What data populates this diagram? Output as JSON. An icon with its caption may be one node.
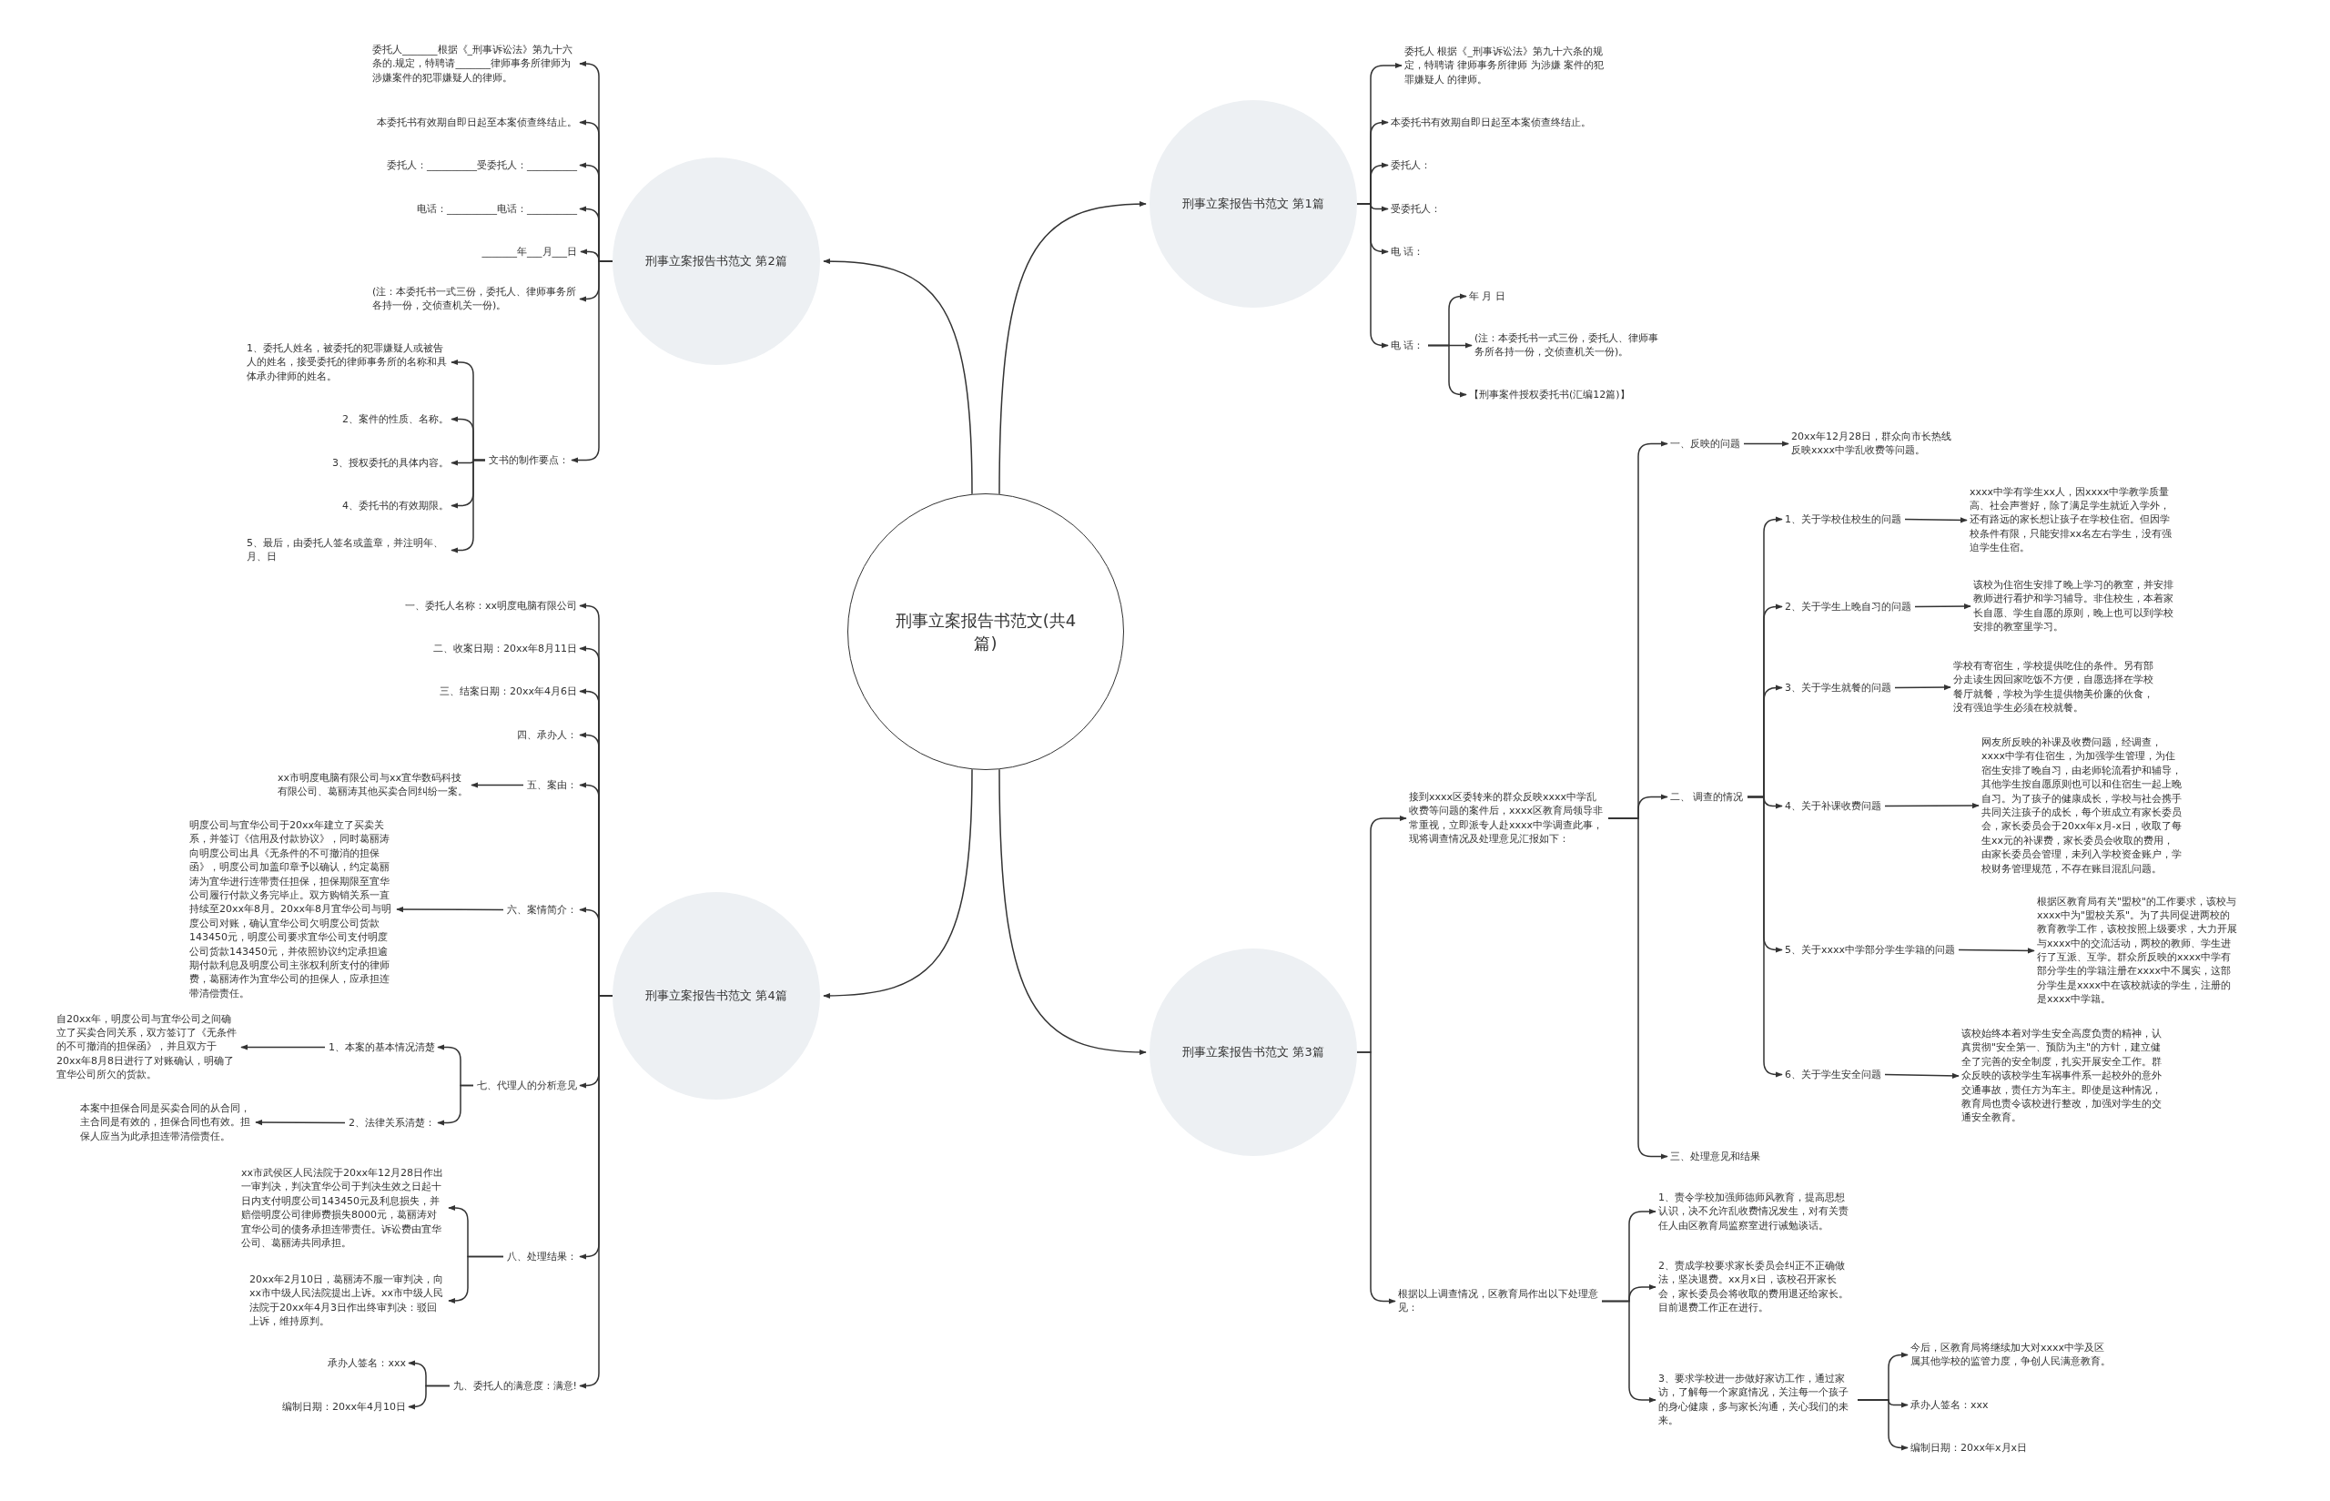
{
  "diagram": {
    "nodes": [
      {
        "text": [
          "刑事立案报告书范文(共4篇)"
        ]
      },
      {
        "text": [
          "刑事立案报告书范文 第2篇"
        ]
      },
      {
        "text": [
          "委托人_______根据《_刑事诉讼法》第九十六条的.规定，特聘请_______律师事务所律师为涉嫌案件的犯罪嫌疑人的律师。"
        ]
      },
      {
        "text": [
          "本委托书有效期自即日起至本案侦查终结止。"
        ]
      },
      {
        "text": [
          "委托人：__________受委托人：__________"
        ]
      },
      {
        "text": [
          "电话：__________电话：__________"
        ]
      },
      {
        "text": [
          "_______年___月___日"
        ]
      },
      {
        "text": [
          "(注：本委托书一式三份，委托人、律师事务所各持一份，交侦查机关一份)。"
        ]
      },
      {
        "text": [
          "文书的制作要点："
        ]
      },
      {
        "text": [
          "1、委托人姓名，被委托的犯罪嫌疑人或被告人的姓名，接受委托的律师事务所的名称和具体承办律师的姓名。"
        ]
      },
      {
        "text": [
          "2、案件的性质、名称。"
        ]
      },
      {
        "text": [
          "3、授权委托的具体内容。"
        ]
      },
      {
        "text": [
          "4、委托书的有效期限。"
        ]
      },
      {
        "text": [
          "5、最后，由委托人签名或盖章，并注明年、月、日"
        ]
      },
      {
        "text": [
          "刑事立案报告书范文 第4篇"
        ]
      },
      {
        "text": [
          "一、委托人名称：xx明度电脑有限公司"
        ]
      },
      {
        "text": [
          "二、收案日期：20xx年8月11日"
        ]
      },
      {
        "text": [
          "三、结案日期：20xx年4月6日"
        ]
      },
      {
        "text": [
          "四、承办人："
        ]
      },
      {
        "text": [
          "五、案由："
        ]
      },
      {
        "text": [
          "xx市明度电脑有限公司与xx宜华数码科技有限公司、葛丽涛其他买卖合同纠纷一案。"
        ]
      },
      {
        "text": [
          "六、案情简介："
        ]
      },
      {
        "text": [
          "明度公司与宜华公司于20xx年建立了买卖关系，并签订《信用及付款协议》，同时葛丽涛向明度公司出具《无条件的不可撤消的担保函》，明度公司加盖印章予以确认，约定葛丽涛为宜华进行连带责任担保，担保期限至宜华公司履行付款义务完毕止。双方购销关系一直持续至20xx年8月。20xx年8月宜华公司与明度公司对账，确认宜华公司欠明度公司货款143450元，明度公司要求宜华公司支付明度公司货款143450元，并依照协议约定承担逾期付款利息及明度公司主张权利所支付的律师费，葛丽涛作为宜华公司的担保人，应承担连带清偿责任。"
        ]
      },
      {
        "text": [
          "七、代理人的分析意见"
        ]
      },
      {
        "text": [
          "1、本案的基本情况清楚"
        ]
      },
      {
        "text": [
          "自20xx年，明度公司与宜华公司之间确立了买卖合同关系，双方签订了《无条件的不可撤消的担保函》，并且双方于20xx年8月8日进行了对账确认，明确了宜华公司所欠的货款。"
        ]
      },
      {
        "text": [
          "2、法律关系清楚："
        ]
      },
      {
        "text": [
          "本案中担保合同是买卖合同的从合同，主合同是有效的，担保合同也有效。担保人应当为此承担连带清偿责任。"
        ]
      },
      {
        "text": [
          "八、处理结果："
        ]
      },
      {
        "text": [
          "xx市武侯区人民法院于20xx年12月28日作出一审判决，判决宜华公司于判决生效之日起十日内支付明度公司143450元及利息损失，并赔偿明度公司律师费损失8000元，葛丽涛对宜华公司的债务承担连带责任。诉讼费由宜华公司、葛丽涛共同承担。"
        ]
      },
      {
        "text": [
          "20xx年2月10日，葛丽涛不服一审判决，向xx市中级人民法院提出上诉。xx市中级人民法院于20xx年4月3日作出终审判决：驳回上诉，维持原判。"
        ]
      },
      {
        "text": [
          "九、委托人的满意度：满意!"
        ]
      },
      {
        "text": [
          "承办人签名：xxx"
        ]
      },
      {
        "text": [
          "编制日期：20xx年4月10日"
        ]
      },
      {
        "text": [
          "刑事立案报告书范文 第1篇"
        ]
      },
      {
        "text": [
          "委托人 根据《_刑事诉讼法》第九十六条的规定，特聘请 律师事务所律师 为涉嫌 案件的犯罪嫌疑人 的律师。"
        ]
      },
      {
        "text": [
          "本委托书有效期自即日起至本案侦查终结止。"
        ]
      },
      {
        "text": [
          "委托人："
        ]
      },
      {
        "text": [
          "受委托人："
        ]
      },
      {
        "text": [
          "电 话："
        ]
      },
      {
        "text": [
          "电 话："
        ]
      },
      {
        "text": [
          "年 月 日"
        ]
      },
      {
        "text": [
          "(注：本委托书一式三份，委托人、律师事务所各持一份，交侦查机关一份)。"
        ]
      },
      {
        "text": [
          "【刑事案件授权委托书(汇编12篇)】"
        ]
      },
      {
        "text": [
          "刑事立案报告书范文 第3篇"
        ]
      },
      {
        "text": [
          "接到xxxx区委转来的群众反映xxxx中学乱收费等问题的案件后，xxxx区教育局领导非常重视，立即派专人赴xxxx中学调查此事，现将调查情况及处理意见汇报如下："
        ]
      },
      {
        "text": [
          "一、反映的问题"
        ]
      },
      {
        "text": [
          "20xx年12月28日，群众向市长热线反映xxxx中学乱收费等问题。"
        ]
      },
      {
        "text": [
          "二、 调查的情况"
        ]
      },
      {
        "text": [
          "1、关于学校住校生的问题"
        ]
      },
      {
        "text": [
          "xxxx中学有学生xx人，因xxxx中学教学质量高、社会声誉好，除了满足学生就近入学外，还有路远的家长想让孩子在学校住宿。但因学校条件有限，只能安排xx名左右学生，没有强迫学生住宿。"
        ]
      },
      {
        "text": [
          "2、关于学生上晚自习的问题"
        ]
      },
      {
        "text": [
          "该校为住宿生安排了晚上学习的教室，并安排教师进行看护和学习辅导。非住校生，本着家长自愿、学生自愿的原则，晚上也可以到学校安排的教室里学习。"
        ]
      },
      {
        "text": [
          "3、关于学生就餐的问题"
        ]
      },
      {
        "text": [
          "学校有寄宿生，学校提供吃住的条件。另有部分走读生因回家吃饭不方便，自愿选择在学校餐厅就餐，学校为学生提供物美价廉的伙食，没有强迫学生必须在校就餐。"
        ]
      },
      {
        "text": [
          "4、关于补课收费问题"
        ]
      },
      {
        "text": [
          "网友所反映的补课及收费问题，经调查，xxxx中学有住宿生，为加强学生管理，为住宿生安排了晚自习，由老师轮流看护和辅导，其他学生按自愿原则也可以和住宿生一起上晚自习。为了孩子的健康成长，学校与社会携手共同关注孩子的成长，每个班成立有家长委员会，家长委员会于20xx年x月-x日，收取了每生xx元的补课费，家长委员会收取的费用，由家长委员会管理，未列入学校资金账户，学校财务管理规范，不存在账目混乱问题。"
        ]
      },
      {
        "text": [
          "5、关于xxxx中学部分学生学籍的问题"
        ]
      },
      {
        "text": [
          "根据区教育局有关\"盟校\"的工作要求，该校与xxxx中为\"盟校关系\"。为了共同促进两校的教育教学工作，该校按照上级要求，大力开展与xxxx中的交流活动，两校的教师、学生进行了互派、互学。群众所反映的xxxx中学有部分学生的学籍注册在xxxx中不属实，这部分学生是xxxx中在该校就读的学生，注册的是xxxx中学籍。"
        ]
      },
      {
        "text": [
          "6、关于学生安全问题"
        ]
      },
      {
        "text": [
          "该校始终本着对学生安全高度负责的精神，认真贯彻\"安全第一、预防为主\"的方针，建立健全了完善的安全制度，扎实开展安全工作。群众反映的该校学生车祸事件系一起校外的意外交通事故，责任方为车主。即使是这种情况，教育局也责令该校进行整改，加强对学生的交通安全教育。"
        ]
      },
      {
        "text": [
          "三、处理意见和结果"
        ]
      },
      {
        "text": [
          "根据以上调查情况，区教育局作出以下处理意见："
        ]
      },
      {
        "text": [
          "1、责令学校加强师德师风教育，提高思想认识，决不允许乱收费情况发生，对有关责任人由区教育局监察室进行诫勉谈话。"
        ]
      },
      {
        "text": [
          "2、责成学校要求家长委员会纠正不正确做法，坚决退费。xx月x日，该校召开家长会，家长委员会将收取的费用退还给家长。目前退费工作正在进行。"
        ]
      },
      {
        "text": [
          "3、要求学校进一步做好家访工作，通过家访，了解每一个家庭情况，关注每一个孩子的身心健康，多与家长沟通，关心我们的未来。"
        ]
      },
      {
        "text": [
          "今后，区教育局将继续加大对xxxx中学及区属其他学校的监管力度，争创人民满意教育。"
        ]
      },
      {
        "text": [
          "承办人签名：xxx"
        ]
      },
      {
        "text": [
          "编制日期：20xx年x月x日"
        ]
      }
    ],
    "edges": [
      {
        "from": 0,
        "to": 1,
        "arrow": "to"
      },
      {
        "from": 0,
        "to": 14,
        "arrow": "to"
      },
      {
        "from": 0,
        "to": 34,
        "arrow": "to"
      },
      {
        "from": 0,
        "to": 44,
        "arrow": "to"
      },
      {
        "from": 1,
        "to": 2,
        "arrow": "to"
      },
      {
        "from": 1,
        "to": 3,
        "arrow": "to"
      },
      {
        "from": 1,
        "to": 4,
        "arrow": "to"
      },
      {
        "from": 1,
        "to": 5,
        "arrow": "to"
      },
      {
        "from": 1,
        "to": 6,
        "arrow": "to"
      },
      {
        "from": 1,
        "to": 7,
        "arrow": "to"
      },
      {
        "from": 1,
        "to": 8,
        "arrow": "to"
      },
      {
        "from": 8,
        "to": 9,
        "arrow": "to"
      },
      {
        "from": 8,
        "to": 10,
        "arrow": "to"
      },
      {
        "from": 8,
        "to": 11,
        "arrow": "to"
      },
      {
        "from": 8,
        "to": 12,
        "arrow": "to"
      },
      {
        "from": 8,
        "to": 13,
        "arrow": "to"
      },
      {
        "from": 14,
        "to": 15,
        "arrow": "to"
      },
      {
        "from": 14,
        "to": 16,
        "arrow": "to"
      },
      {
        "from": 14,
        "to": 17,
        "arrow": "to"
      },
      {
        "from": 14,
        "to": 18,
        "arrow": "to"
      },
      {
        "from": 14,
        "to": 19,
        "arrow": "to"
      },
      {
        "from": 14,
        "to": 21,
        "arrow": "to"
      },
      {
        "from": 14,
        "to": 23,
        "arrow": "to"
      },
      {
        "from": 14,
        "to": 28,
        "arrow": "to"
      },
      {
        "from": 14,
        "to": 31,
        "arrow": "to"
      },
      {
        "from": 19,
        "to": 20,
        "arrow": "to"
      },
      {
        "from": 21,
        "to": 22,
        "arrow": "to"
      },
      {
        "from": 23,
        "to": 24,
        "arrow": "to"
      },
      {
        "from": 23,
        "to": 26,
        "arrow": "to"
      },
      {
        "from": 24,
        "to": 25,
        "arrow": "to"
      },
      {
        "from": 26,
        "to": 27,
        "arrow": "to"
      },
      {
        "from": 28,
        "to": 29,
        "arrow": "to"
      },
      {
        "from": 28,
        "to": 30,
        "arrow": "to"
      },
      {
        "from": 31,
        "to": 32,
        "arrow": "to"
      },
      {
        "from": 31,
        "to": 33,
        "arrow": "to"
      },
      {
        "from": 34,
        "to": 35,
        "arrow": "to"
      },
      {
        "from": 34,
        "to": 36,
        "arrow": "to"
      },
      {
        "from": 34,
        "to": 37,
        "arrow": "to"
      },
      {
        "from": 34,
        "to": 38,
        "arrow": "to"
      },
      {
        "from": 34,
        "to": 39,
        "arrow": "to"
      },
      {
        "from": 34,
        "to": 40,
        "arrow": "to"
      },
      {
        "from": 40,
        "to": 41,
        "arrow": "to"
      },
      {
        "from": 40,
        "to": 42,
        "arrow": "to"
      },
      {
        "from": 40,
        "to": 43,
        "arrow": "to"
      },
      {
        "from": 44,
        "to": 45,
        "arrow": "to"
      },
      {
        "from": 44,
        "to": 62,
        "arrow": "to"
      },
      {
        "from": 45,
        "to": 46,
        "arrow": "to"
      },
      {
        "from": 45,
        "to": 48,
        "arrow": "to"
      },
      {
        "from": 45,
        "to": 61,
        "arrow": "to"
      },
      {
        "from": 46,
        "to": 47,
        "arrow": "to"
      },
      {
        "from": 48,
        "to": 49,
        "arrow": "to"
      },
      {
        "from": 48,
        "to": 51,
        "arrow": "to"
      },
      {
        "from": 48,
        "to": 53,
        "arrow": "to"
      },
      {
        "from": 48,
        "to": 55,
        "arrow": "to"
      },
      {
        "from": 48,
        "to": 57,
        "arrow": "to"
      },
      {
        "from": 48,
        "to": 59,
        "arrow": "to"
      },
      {
        "from": 49,
        "to": 50,
        "arrow": "to"
      },
      {
        "from": 51,
        "to": 52,
        "arrow": "to"
      },
      {
        "from": 53,
        "to": 54,
        "arrow": "to"
      },
      {
        "from": 55,
        "to": 56,
        "arrow": "to"
      },
      {
        "from": 57,
        "to": 58,
        "arrow": "to"
      },
      {
        "from": 59,
        "to": 60,
        "arrow": "to"
      },
      {
        "from": 62,
        "to": 63,
        "arrow": "to"
      },
      {
        "from": 62,
        "to": 64,
        "arrow": "to"
      },
      {
        "from": 62,
        "to": 65,
        "arrow": "to"
      },
      {
        "from": 65,
        "to": 66,
        "arrow": "to"
      },
      {
        "from": 65,
        "to": 67,
        "arrow": "to"
      },
      {
        "from": 65,
        "to": 68,
        "arrow": "to"
      }
    ]
  }
}
